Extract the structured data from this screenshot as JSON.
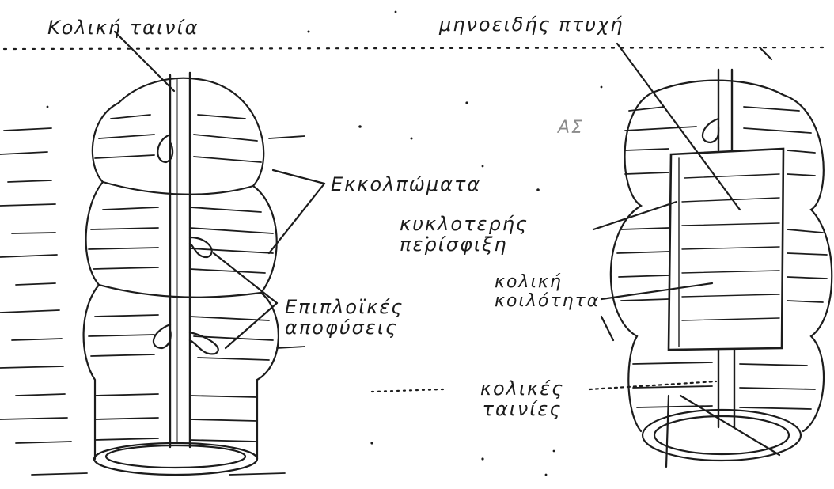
{
  "labels": {
    "koliki_tainia": "Κολική ταινία",
    "minoeidis_ptyxi": "μηνοειδής πτυχή",
    "ekkolpomata": "Εκκολπώματα",
    "kyklotereis_perisfixi": "κυκλοτερής περίσφιξη",
    "epiploikes_aposyseis": "Επιπλοϊκές αποφύσεις",
    "koliki_koilotita": "κολική κοιλότητα",
    "kolikes_tainies": "κολικές ταινίες",
    "stray_mark": "ΑΣ"
  },
  "colors": {
    "ink": "#1c1c1c",
    "paper": "#ffffff"
  }
}
